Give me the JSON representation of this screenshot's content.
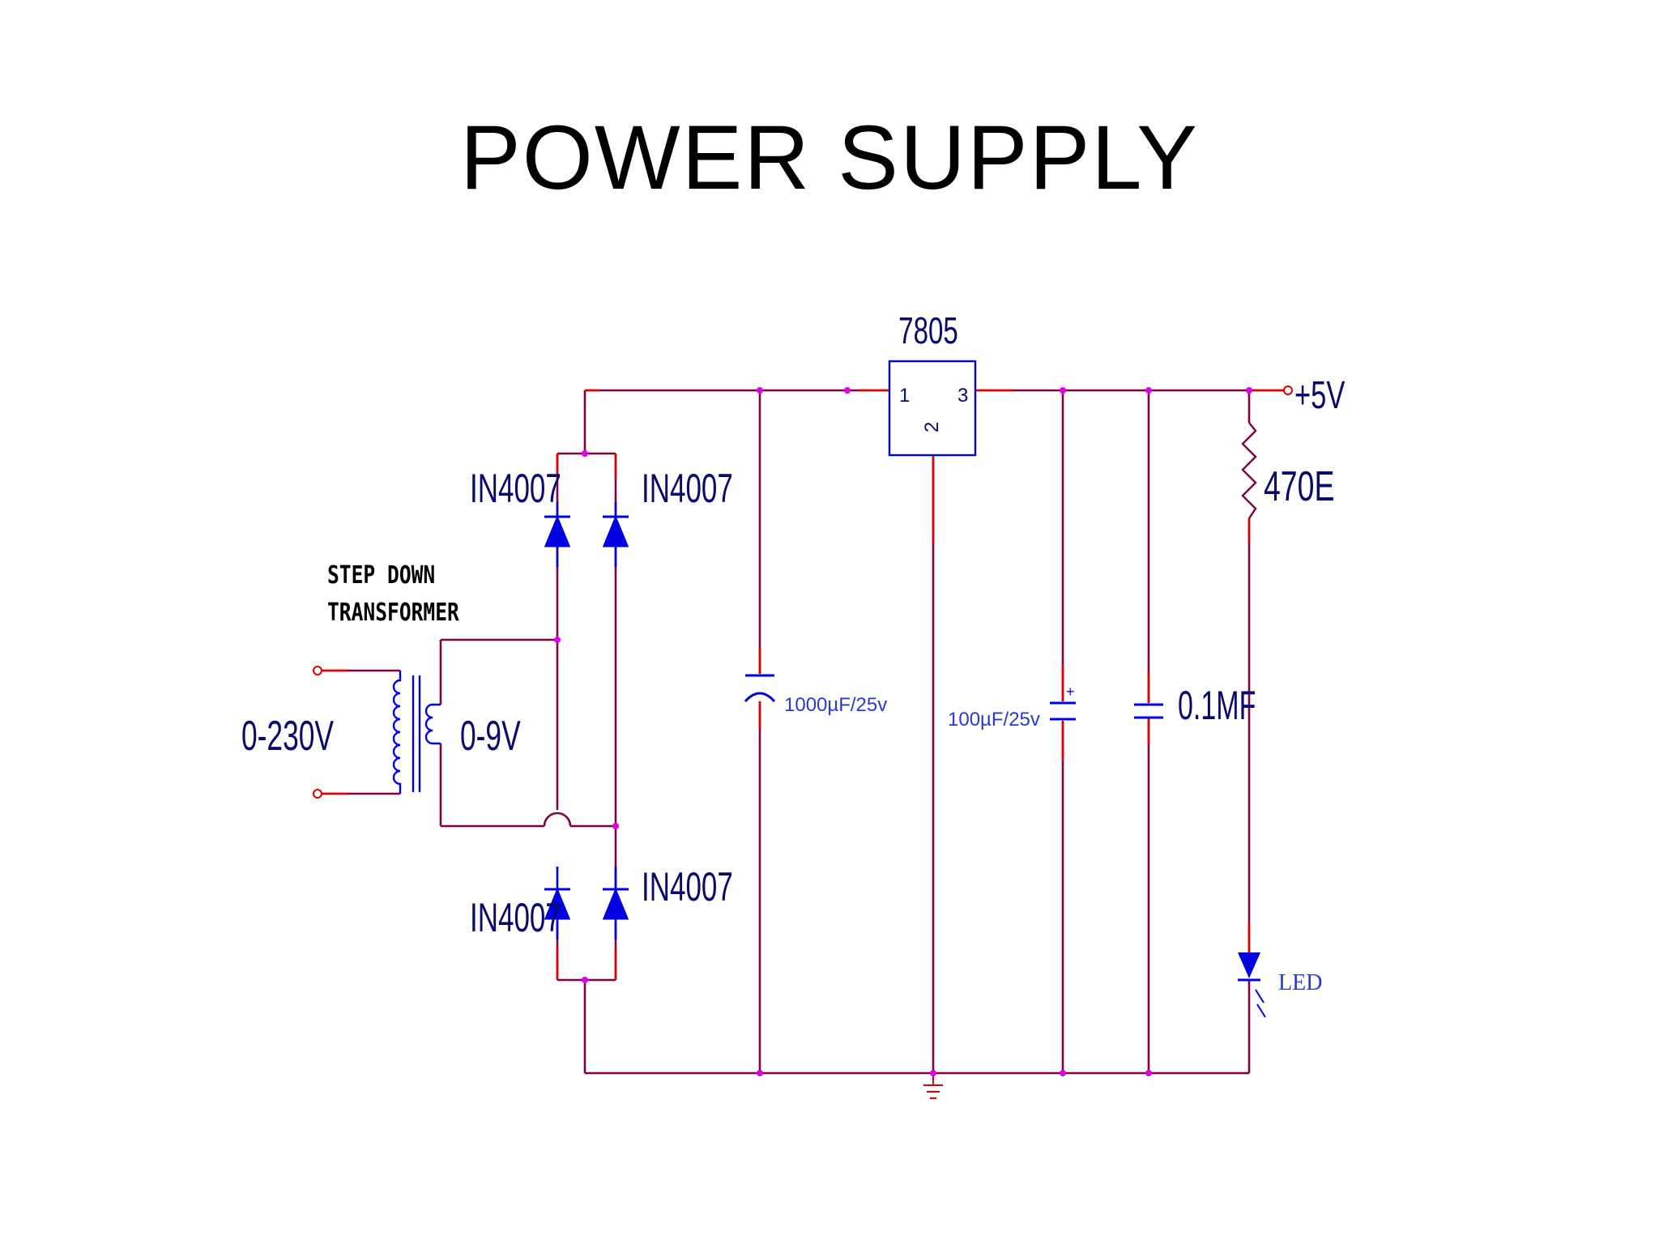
{
  "title": "POWER SUPPLY",
  "colors": {
    "wire": "#800040",
    "red": "#e00000",
    "component": "#0000e0",
    "junction": "#e000e0",
    "label": "#0a0a6e",
    "text": "#000000"
  },
  "labels": {
    "regulator": "7805",
    "pin1": "1",
    "pin2": "2",
    "pin3": "3",
    "output": "+5V",
    "resistor": "470E",
    "diode_tl": "IN4007",
    "diode_tr": "IN4007",
    "diode_bl": "IN4007",
    "diode_br": "IN4007",
    "transformer_line1": "STEP DOWN",
    "transformer_line2": "TRANSFORMER",
    "input": "0-230V",
    "secondary": "0-9V",
    "cap1": "1000µF/25v",
    "cap2": "100µF/25v",
    "cap3": "0.1MF",
    "cap2_polarity": "+",
    "led": "LED"
  }
}
